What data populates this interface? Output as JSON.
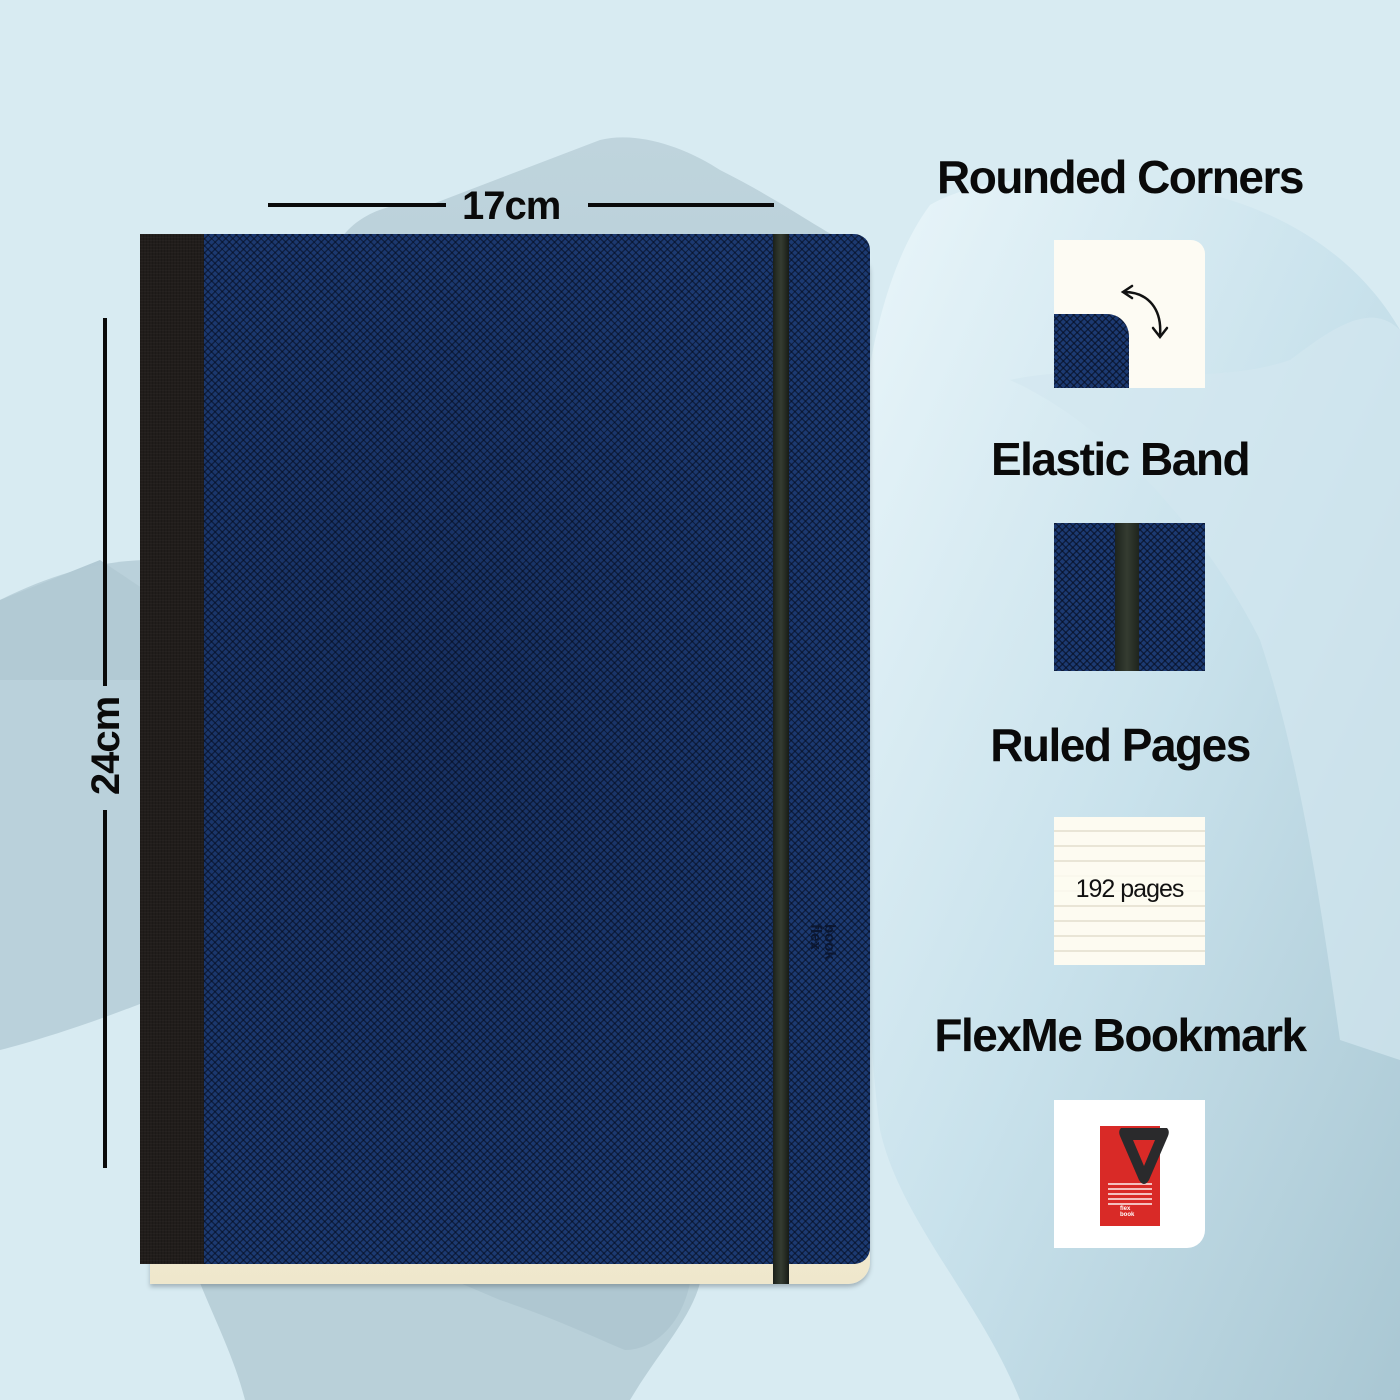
{
  "product": {
    "dimensions": {
      "width_label": "17cm",
      "height_label": "24cm"
    },
    "cover_logo": {
      "line1": "flex",
      "line2": "book"
    },
    "colors": {
      "background": "#d8ebf2",
      "cover_blue": "#1c3a72",
      "spine_black": "#211d1b",
      "elastic_dark": "#2c3329",
      "page_cream": "#f7f1dd",
      "bookmark_red": "#d92a27",
      "text": "#0a0a0a"
    }
  },
  "features": [
    {
      "title": "Rounded Corners",
      "icon": "rounded-corner-icon"
    },
    {
      "title": "Elastic Band",
      "icon": "elastic-band-icon"
    },
    {
      "title": "Ruled Pages",
      "icon": "ruled-pages-icon",
      "caption": "192 pages"
    },
    {
      "title": "FlexMe Bookmark",
      "icon": "bookmark-icon",
      "bookmark_logo": {
        "line1": "flex",
        "line2": "book"
      }
    }
  ]
}
